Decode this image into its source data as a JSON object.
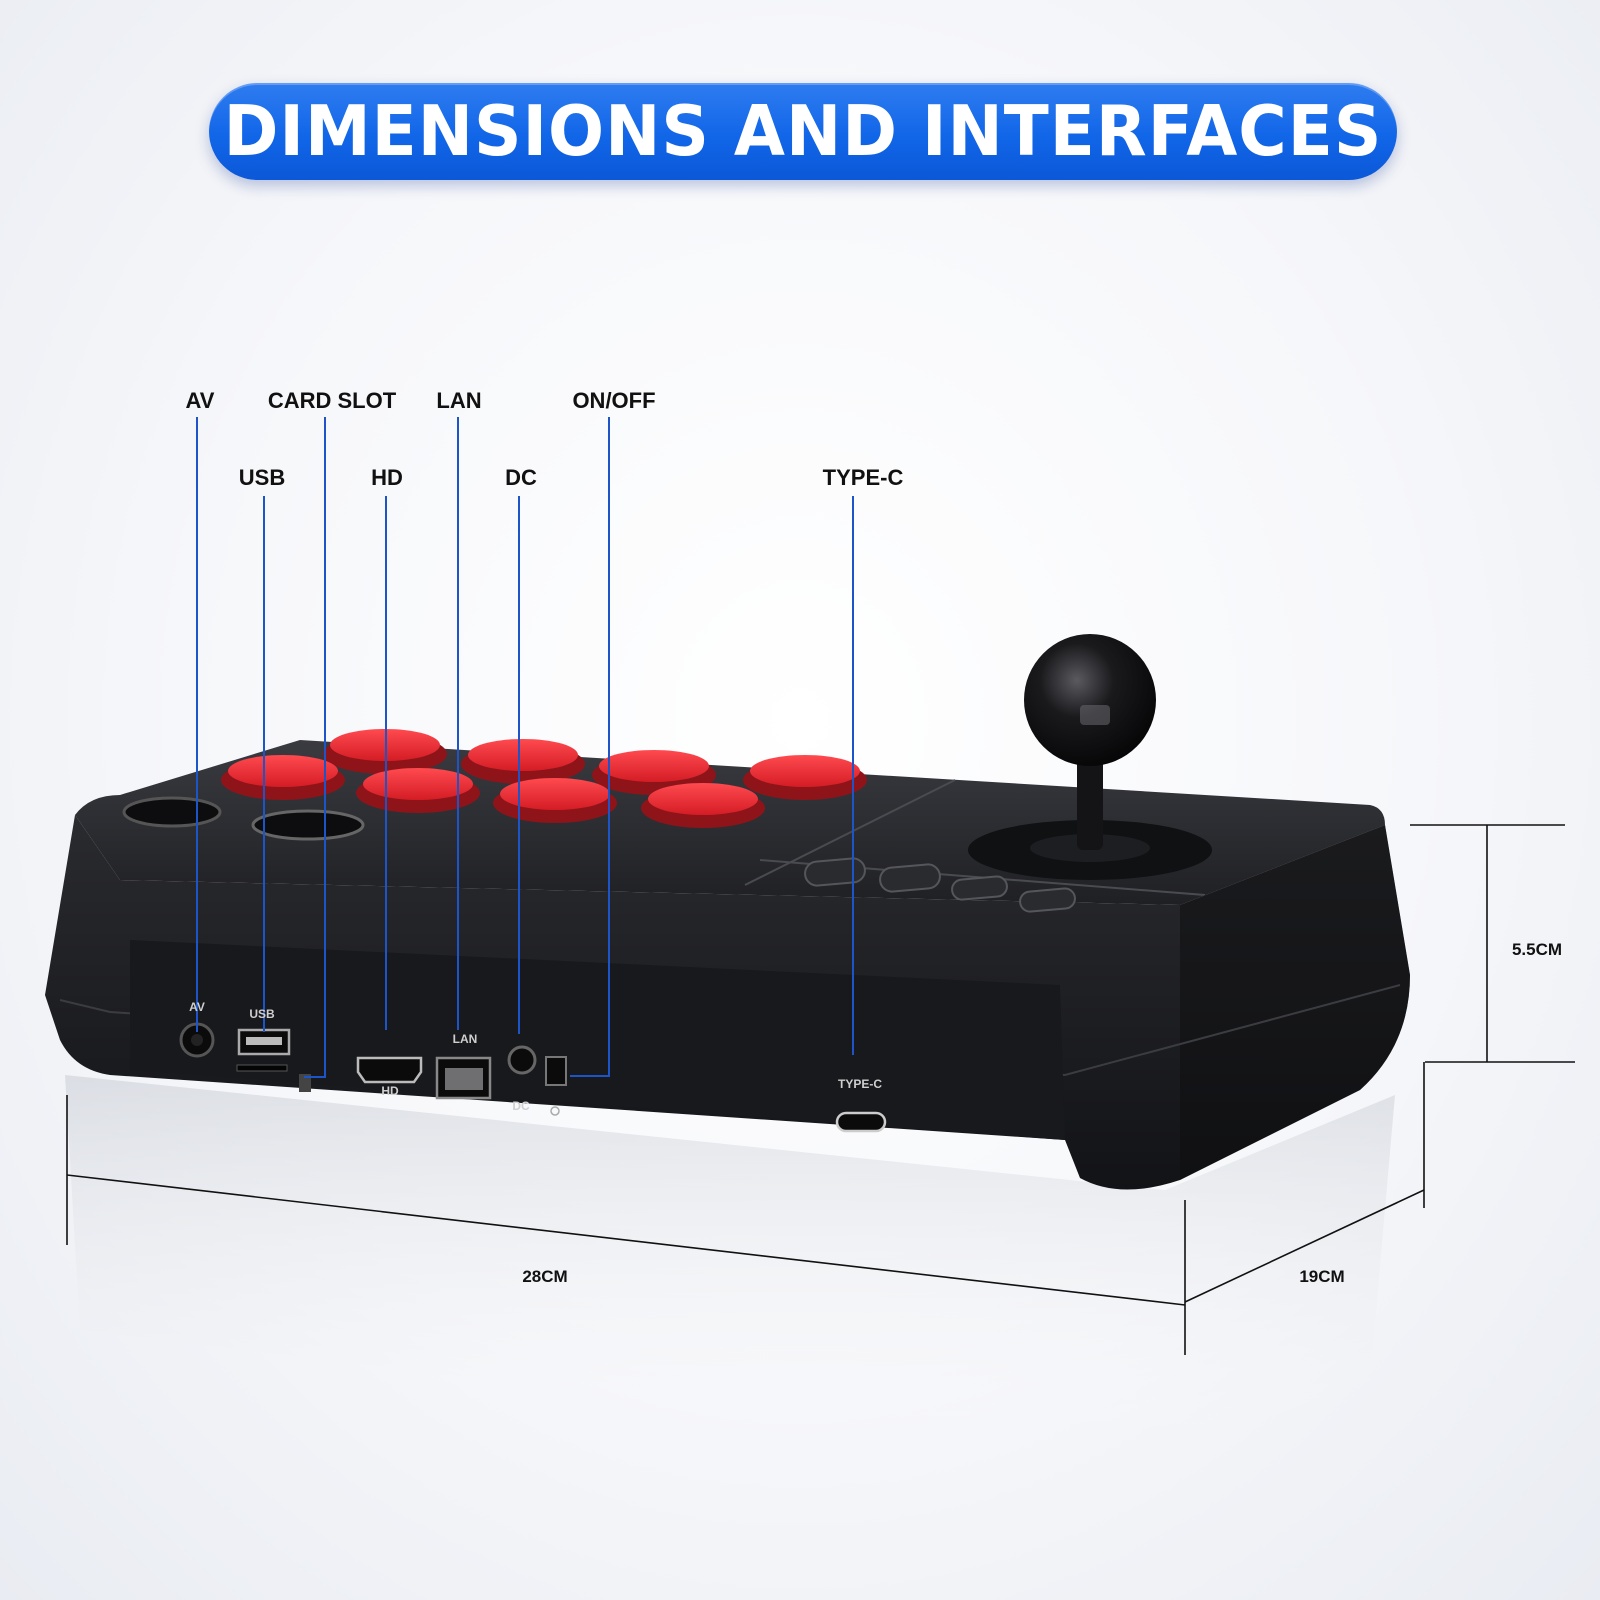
{
  "title": "DIMENSIONS AND INTERFACES",
  "callouts": {
    "av": "AV",
    "card_slot": "CARD SLOT",
    "lan": "LAN",
    "on_off": "ON/OFF",
    "usb": "USB",
    "hd": "HD",
    "dc": "DC",
    "type_c": "TYPE-C"
  },
  "dimensions": {
    "height": "5.5CM",
    "width": "28CM",
    "depth": "19CM"
  },
  "port_labels": {
    "av": "AV",
    "usb": "USB",
    "lan": "LAN",
    "hd": "HD",
    "dc": "DC",
    "type_c": "TYPE-C"
  },
  "colors": {
    "accent": "#1166e8",
    "button_red": "#e3232c",
    "body": "#1b1c1f",
    "callout_line": "#1d55c9"
  }
}
